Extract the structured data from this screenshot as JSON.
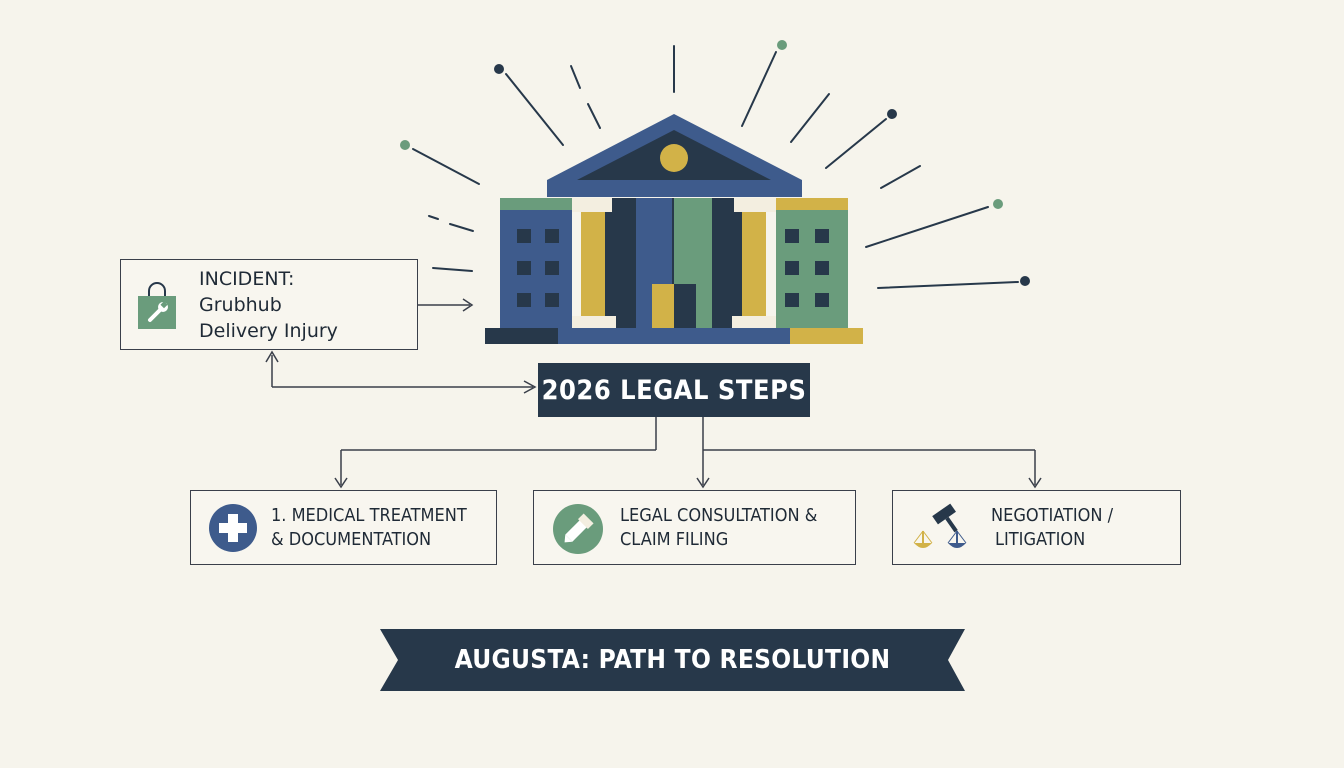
{
  "incident": {
    "line1": "INCIDENT:",
    "line2": "Grubhub",
    "line3": "Delivery Injury",
    "icon": "shopping-bag-wrench-icon"
  },
  "center_label": "2026 LEGAL STEPS",
  "steps": [
    {
      "line1": "1. MEDICAL TREATMENT",
      "line2": "& DOCUMENTATION",
      "icon": "medical-cross-icon"
    },
    {
      "line1": "LEGAL CONSULTATION &",
      "line2": "CLAIM FILING",
      "icon": "pen-icon"
    },
    {
      "line1": "NEGOTIATION /",
      "line2": "LITIGATION",
      "icon": "gavel-scales-icon"
    }
  ],
  "banner": "AUGUSTA: PATH TO RESOLUTION",
  "colors": {
    "navy": "#27384a",
    "blue": "#3e5b8c",
    "green": "#6a9c7c",
    "gold": "#d2b248",
    "background": "#f6f4ec"
  }
}
